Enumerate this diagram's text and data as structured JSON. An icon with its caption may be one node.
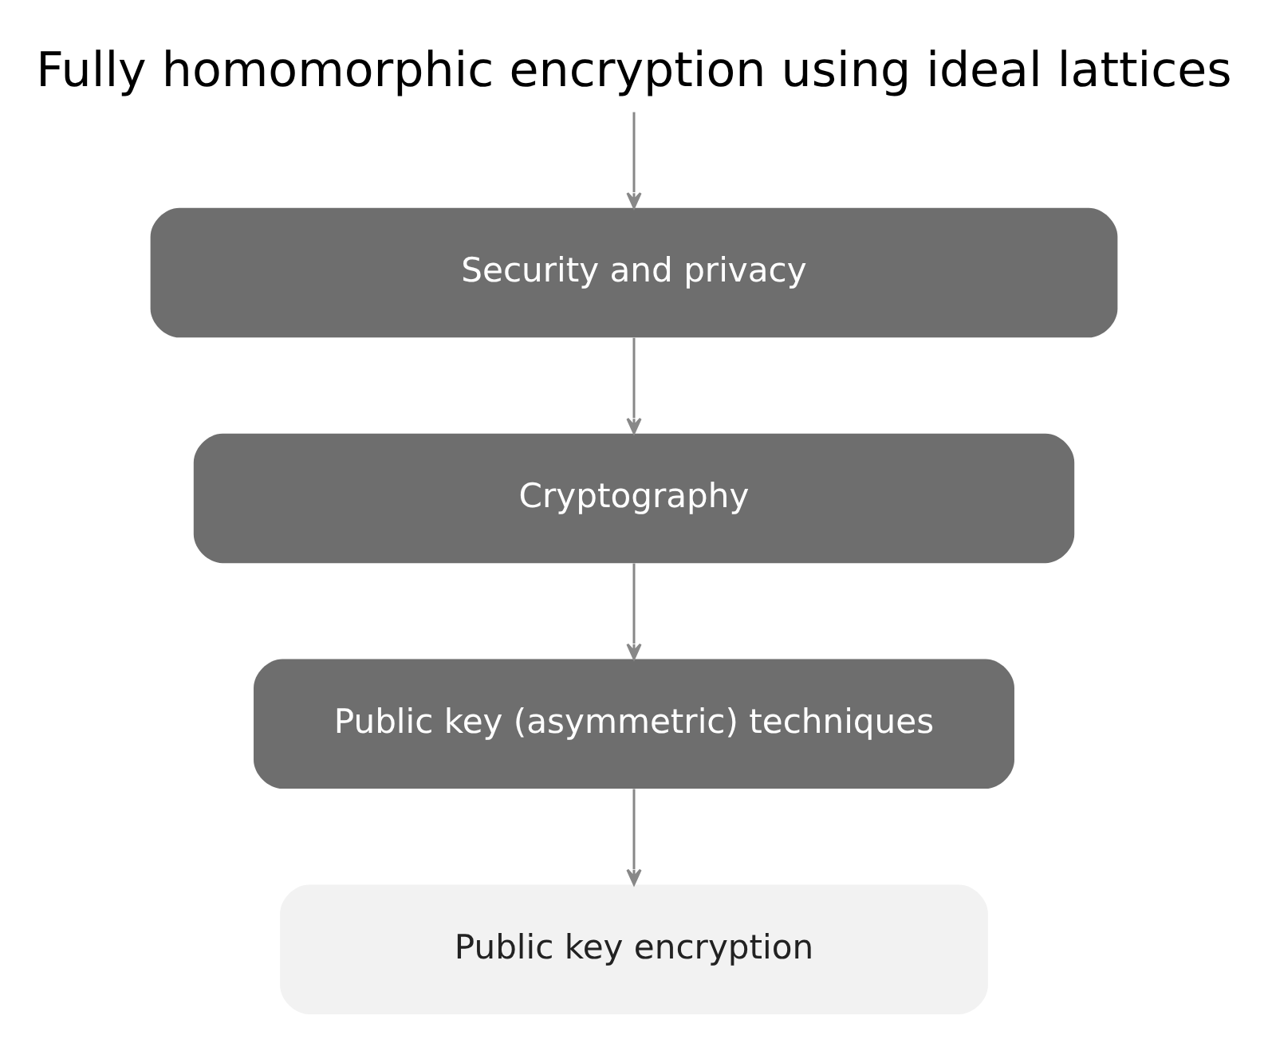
{
  "diagram": {
    "title": "Fully homomorphic encryption using ideal lattices",
    "nodes": [
      {
        "text": [
          "Security and privacy"
        ]
      },
      {
        "text": [
          "Cryptography"
        ]
      },
      {
        "text": [
          "Public key (asymmetric) techniques"
        ]
      },
      {
        "text": [
          "Public key encryption"
        ]
      }
    ],
    "edges": [
      {
        "from": null,
        "to": 0,
        "arrow": "to"
      },
      {
        "from": 0,
        "to": 1,
        "arrow": "to"
      },
      {
        "from": 1,
        "to": 2,
        "arrow": "to"
      },
      {
        "from": 2,
        "to": 3,
        "arrow": "to"
      }
    ]
  }
}
